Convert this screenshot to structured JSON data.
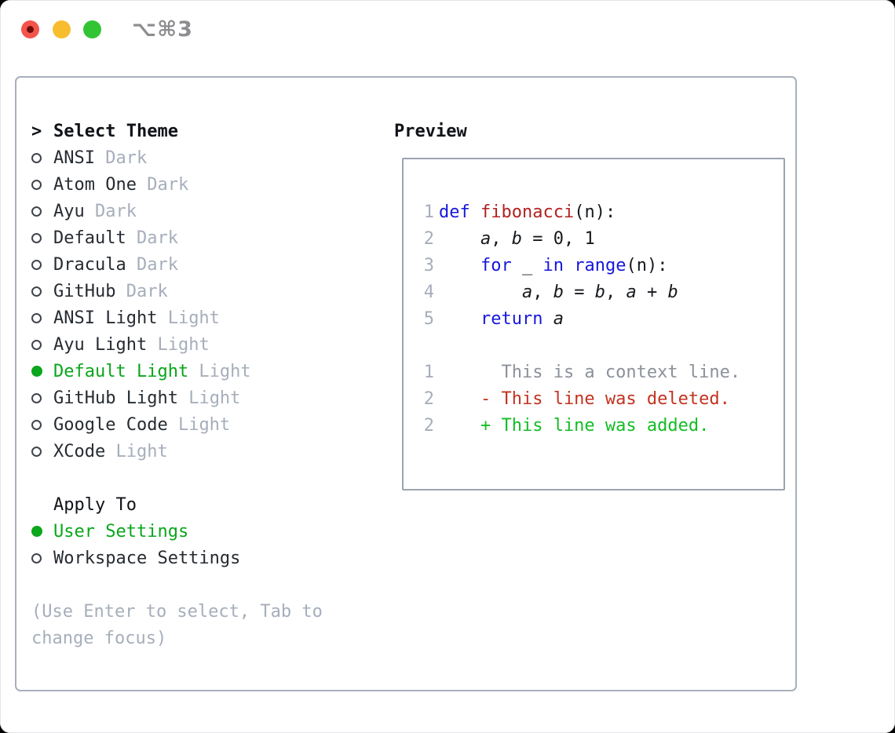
{
  "titlebar": {
    "shortcut": "⌥⌘3",
    "buttons": [
      "close",
      "minimize",
      "zoom"
    ]
  },
  "theme_panel": {
    "prompt": ">",
    "title": "Select Theme",
    "items": [
      {
        "name": "ANSI",
        "variant": "Dark",
        "selected": false
      },
      {
        "name": "Atom One",
        "variant": "Dark",
        "selected": false
      },
      {
        "name": "Ayu",
        "variant": "Dark",
        "selected": false
      },
      {
        "name": "Default",
        "variant": "Dark",
        "selected": false
      },
      {
        "name": "Dracula",
        "variant": "Dark",
        "selected": false
      },
      {
        "name": "GitHub",
        "variant": "Dark",
        "selected": false
      },
      {
        "name": "ANSI Light",
        "variant": "Light",
        "selected": false
      },
      {
        "name": "Ayu Light",
        "variant": "Light",
        "selected": false
      },
      {
        "name": "Default Light",
        "variant": "Light",
        "selected": true
      },
      {
        "name": "GitHub Light",
        "variant": "Light",
        "selected": false
      },
      {
        "name": "Google Code",
        "variant": "Light",
        "selected": false
      },
      {
        "name": "XCode",
        "variant": "Light",
        "selected": false
      }
    ]
  },
  "apply_to": {
    "title": "Apply To",
    "options": [
      {
        "label": "User Settings",
        "selected": true
      },
      {
        "label": "Workspace Settings",
        "selected": false
      }
    ]
  },
  "help_lines": [
    "(Use Enter to select, Tab to",
    "change focus)"
  ],
  "preview": {
    "title": "Preview",
    "lines": [
      {
        "num": "",
        "tokens": []
      },
      {
        "num": "1",
        "tokens": [
          {
            "t": "def",
            "c": "kw"
          },
          {
            "t": " ",
            "c": "pl"
          },
          {
            "t": "fibonacci",
            "c": "fn"
          },
          {
            "t": "(n):",
            "c": "pl"
          }
        ]
      },
      {
        "num": "2",
        "tokens": [
          {
            "t": "    ",
            "c": "pl"
          },
          {
            "t": "a",
            "c": "var"
          },
          {
            "t": ", ",
            "c": "pl"
          },
          {
            "t": "b",
            "c": "var"
          },
          {
            "t": " = 0, 1",
            "c": "pl"
          }
        ]
      },
      {
        "num": "3",
        "tokens": [
          {
            "t": "    ",
            "c": "pl"
          },
          {
            "t": "for",
            "c": "kw"
          },
          {
            "t": " _ ",
            "c": "pl"
          },
          {
            "t": "in",
            "c": "kw"
          },
          {
            "t": " ",
            "c": "pl"
          },
          {
            "t": "range",
            "c": "kw"
          },
          {
            "t": "(n):",
            "c": "pl"
          }
        ]
      },
      {
        "num": "4",
        "tokens": [
          {
            "t": "        ",
            "c": "pl"
          },
          {
            "t": "a",
            "c": "var"
          },
          {
            "t": ", ",
            "c": "pl"
          },
          {
            "t": "b",
            "c": "var"
          },
          {
            "t": " = ",
            "c": "pl"
          },
          {
            "t": "b",
            "c": "var"
          },
          {
            "t": ", ",
            "c": "pl"
          },
          {
            "t": "a",
            "c": "var"
          },
          {
            "t": " + ",
            "c": "pl"
          },
          {
            "t": "b",
            "c": "var"
          }
        ]
      },
      {
        "num": "5",
        "tokens": [
          {
            "t": "    ",
            "c": "pl"
          },
          {
            "t": "return",
            "c": "kw"
          },
          {
            "t": " ",
            "c": "pl"
          },
          {
            "t": "a",
            "c": "var"
          }
        ]
      },
      {
        "num": "",
        "tokens": []
      },
      {
        "num": "1",
        "tokens": [
          {
            "t": "      This is a context line.",
            "c": "ctx"
          }
        ]
      },
      {
        "num": "2",
        "tokens": [
          {
            "t": "    - This line was deleted.",
            "c": "del"
          }
        ]
      },
      {
        "num": "2",
        "tokens": [
          {
            "t": "    + This line was added.",
            "c": "add"
          }
        ]
      }
    ]
  },
  "colors": {
    "selection_green": "#0aa61b",
    "keyword_blue": "#1717dc",
    "function_red": "#b22222",
    "diff_deleted_red": "#c23320",
    "diff_added_green": "#14bd24",
    "context_gray": "#8b9199",
    "muted_gray": "#a6aebb",
    "border_gray": "#9ba4af"
  }
}
